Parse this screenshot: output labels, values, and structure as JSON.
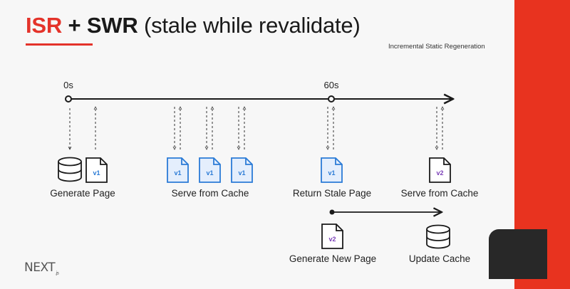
{
  "title": {
    "part1": "ISR",
    "part2": "+ SWR",
    "part3": "(stale while revalidate)"
  },
  "subtitle": "Incremental Static Regeneration",
  "timeline": {
    "start_label": "0s",
    "mid_label": "60s"
  },
  "steps": {
    "generate_page": "Generate Page",
    "serve_from_cache_1": "Serve from Cache",
    "return_stale_page": "Return Stale Page",
    "serve_from_cache_2": "Serve from Cache",
    "generate_new_page": "Generate New Page",
    "update_cache": "Update Cache"
  },
  "docs": {
    "v1": "v1",
    "v2": "v2"
  },
  "logo": {
    "text": "NEXT",
    "suffix": ".js"
  },
  "colors": {
    "accent": "#e4332a",
    "blue": "#2b7bd6",
    "purple": "#7b3fb8",
    "dark": "#282828"
  }
}
